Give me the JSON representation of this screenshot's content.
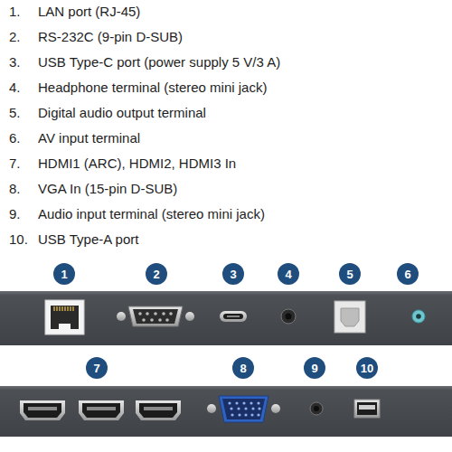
{
  "diagram": {
    "nodes": [
      {
        "text": [
          "1"
        ]
      },
      {
        "text": [
          "2"
        ]
      },
      {
        "text": [
          "3"
        ]
      },
      {
        "text": [
          "4"
        ]
      },
      {
        "text": [
          "5"
        ]
      },
      {
        "text": [
          "6"
        ]
      },
      {
        "text": [
          "7"
        ]
      },
      {
        "text": [
          "8"
        ]
      },
      {
        "text": [
          "9"
        ]
      },
      {
        "text": [
          "10"
        ]
      }
    ],
    "labels": [
      "1.",
      "LAN port (RJ-45)",
      "2.",
      "RS-232C (9-pin D-SUB)",
      "3.",
      "USB Type-C port (power supply 5 V/3 A)",
      "4.",
      "Headphone terminal (stereo mini jack)",
      "5.",
      "Digital audio output terminal",
      "6.",
      "AV input terminal",
      "7.",
      "HDMI1 (ARC), HDMI2, HDMI3 In",
      "8.",
      "VGA In (15-pin D-SUB)",
      "9.",
      "Audio input terminal (stereo mini jack)",
      "10.",
      "USB Type-A port"
    ]
  }
}
